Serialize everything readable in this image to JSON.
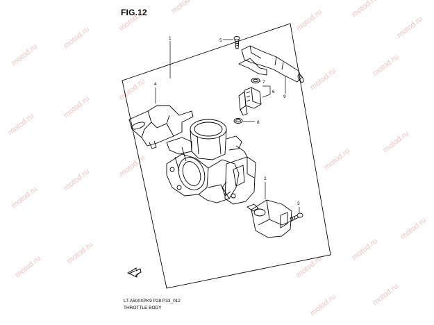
{
  "figure": {
    "title": "FIG.12",
    "code": "LT-A500XPK9 P28 P33_012",
    "caption": "THROTTLE BODY"
  },
  "watermark": "motod.ru",
  "callouts": [
    "1",
    "2",
    "3",
    "4",
    "5",
    "6",
    "7",
    "8",
    "9"
  ],
  "icons": {
    "front_arrow": "front-direction-arrow-icon"
  },
  "colors": {
    "line": "#000000",
    "watermark": "#f2c4c4",
    "background": "#ffffff"
  }
}
